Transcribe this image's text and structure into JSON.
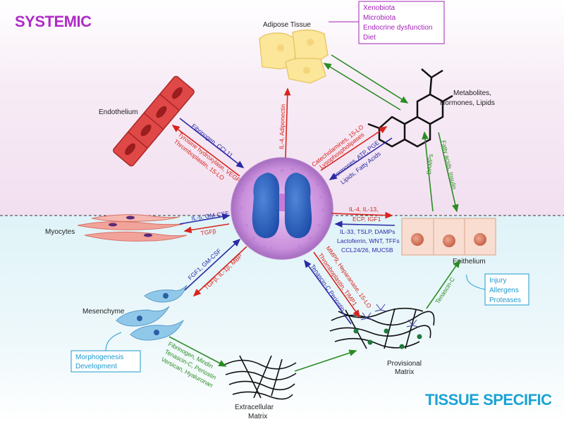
{
  "zones": {
    "systemic": "SYSTEMIC",
    "tissue_specific": "TISSUE SPECIFIC"
  },
  "nodes": {
    "adipose": "Adipose Tissue",
    "metabolites": [
      "Metabolites,",
      "Hormones, Lipids"
    ],
    "endothelium": "Endothelium",
    "myocytes": "Myocytes",
    "mesenchyme": "Mesenchyme",
    "epithelium": "Epithelium",
    "ecm": [
      "Extracellular",
      "Matrix"
    ],
    "provisional": [
      "Provisional",
      "Matrix"
    ]
  },
  "boxes": {
    "systemic_factors": [
      "Xenobiota",
      "Microbiota",
      "Endocrine dysfunction",
      "Diet"
    ],
    "epithelial_triggers": [
      "Injury",
      "Allergens",
      "Proteases"
    ],
    "mesenchyme_roles": [
      "Morphogenesis",
      "Development"
    ]
  },
  "arrow_labels": {
    "adipose_red": "IL-4, Adiponectin",
    "endo_blue": "Fibrinogen, CCL11",
    "endo_red_1": "Tyrosine hydroxylase, VEGF",
    "endo_red_2": "Thromboplastin, 15-LO",
    "met_red_1": "Catecholamines, 15-LO",
    "met_red_2": "Lysophospholipases",
    "met_blue_1": "Hormones, ATP, PGE",
    "met_blue_2": "Lipids, Fatty Acids",
    "met_epi_green_1": "DAMPs",
    "met_epi_green_2": "Fatty acids, Insulin",
    "myo_blue": "IL-5, GM-CSF",
    "myo_red": "TGFβ",
    "epi_red_1": "IL-4, IL-13,",
    "epi_red_2": "ECP, IGF1",
    "epi_blue_1": "IL-33, TSLP, DAMPs",
    "epi_blue_2": "Lactoferrin, WNT, TFFs",
    "epi_blue_3": "CCL24/26, MUC5B",
    "mes_blue": "FGF1, GM-CSF",
    "mes_red": "TGFβ, IL-1β, MBP",
    "prov_red_1": "MMP9, Heparanase, 15-LO",
    "prov_red_2": "Thromboplastin, TIMP1",
    "prov_blue": "Tenascin-C Periostin",
    "prov_epi_green": "Tenascin-C",
    "mes_green_1": "Fibrinogen, Mindin",
    "mes_green_2": "Tenascin-C, Periostin",
    "mes_green_3": "Versican, Hyaluronan"
  },
  "colors": {
    "red": "#d8241c",
    "blue": "#2a2aa5",
    "green": "#2a8c22",
    "systemic": "#b02cc7",
    "tissue": "#1aa3d5"
  }
}
